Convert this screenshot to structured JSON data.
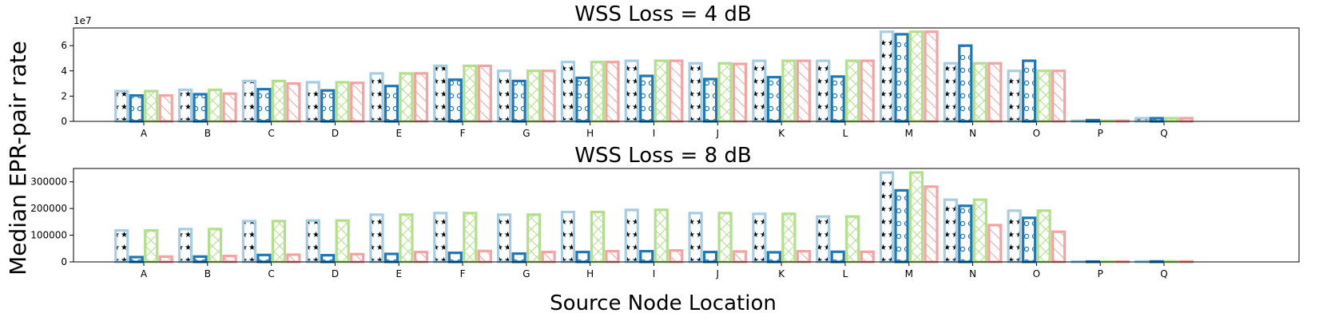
{
  "figure": {
    "ylabel": "Median EPR-pair rate",
    "xlabel": "Source Node Location"
  },
  "colors": {
    "series_1": "#a6cee3",
    "series_2": "#1f78b4",
    "series_3": "#b2df8a",
    "series_4": "#f4a3a3"
  },
  "chart_data": [
    {
      "type": "bar",
      "title": "WSS Loss = 4 dB",
      "scale_note": "1e7",
      "categories": [
        "A",
        "B",
        "C",
        "D",
        "E",
        "F",
        "G",
        "H",
        "I",
        "J",
        "K",
        "L",
        "M",
        "N",
        "O",
        "P",
        "Q"
      ],
      "ylim": [
        0,
        7.4
      ],
      "yticks": [
        "0",
        "2",
        "4",
        "6"
      ],
      "grid": false,
      "series": [
        {
          "hatch": "stars",
          "values": [
            2.4,
            2.5,
            3.2,
            3.1,
            3.8,
            4.4,
            4.0,
            4.7,
            4.8,
            4.6,
            4.8,
            4.8,
            7.1,
            4.6,
            4.0,
            0.05,
            0.25
          ]
        },
        {
          "hatch": "circles",
          "values": [
            2.05,
            2.15,
            2.55,
            2.45,
            2.8,
            3.3,
            3.2,
            3.45,
            3.6,
            3.35,
            3.5,
            3.55,
            6.9,
            6.0,
            4.8,
            0.1,
            0.25
          ]
        },
        {
          "hatch": "cross",
          "values": [
            2.4,
            2.5,
            3.2,
            3.1,
            3.8,
            4.4,
            4.0,
            4.7,
            4.8,
            4.6,
            4.8,
            4.8,
            7.1,
            4.6,
            4.0,
            0.05,
            0.25
          ]
        },
        {
          "hatch": "diagonal",
          "values": [
            2.05,
            2.2,
            3.0,
            3.05,
            3.8,
            4.4,
            4.0,
            4.7,
            4.8,
            4.55,
            4.8,
            4.8,
            7.1,
            4.6,
            4.0,
            0.05,
            0.25
          ]
        }
      ]
    },
    {
      "type": "bar",
      "title": "WSS Loss = 8 dB",
      "categories": [
        "A",
        "B",
        "C",
        "D",
        "E",
        "F",
        "G",
        "H",
        "I",
        "J",
        "K",
        "L",
        "M",
        "N",
        "O",
        "P",
        "Q"
      ],
      "ylim": [
        0,
        350000
      ],
      "yticks": [
        "0",
        "100000",
        "200000",
        "300000"
      ],
      "grid": false,
      "series": [
        {
          "hatch": "stars",
          "values": [
            118000,
            123000,
            153000,
            155000,
            177000,
            183000,
            177000,
            187000,
            195000,
            183000,
            180000,
            170000,
            335000,
            233000,
            192000,
            1500,
            2000
          ]
        },
        {
          "hatch": "circles",
          "values": [
            18000,
            20000,
            26000,
            25000,
            30000,
            34000,
            31000,
            37000,
            40000,
            37000,
            36000,
            38000,
            268000,
            210000,
            165000,
            1500,
            2000
          ]
        },
        {
          "hatch": "cross",
          "values": [
            118000,
            123000,
            153000,
            155000,
            177000,
            183000,
            177000,
            187000,
            195000,
            183000,
            180000,
            170000,
            335000,
            233000,
            192000,
            1500,
            2000
          ]
        },
        {
          "hatch": "diagonal",
          "values": [
            20000,
            22000,
            27000,
            29000,
            37000,
            41000,
            37000,
            40000,
            43000,
            39000,
            40000,
            38000,
            282000,
            138000,
            113000,
            1500,
            2000
          ]
        }
      ]
    }
  ]
}
